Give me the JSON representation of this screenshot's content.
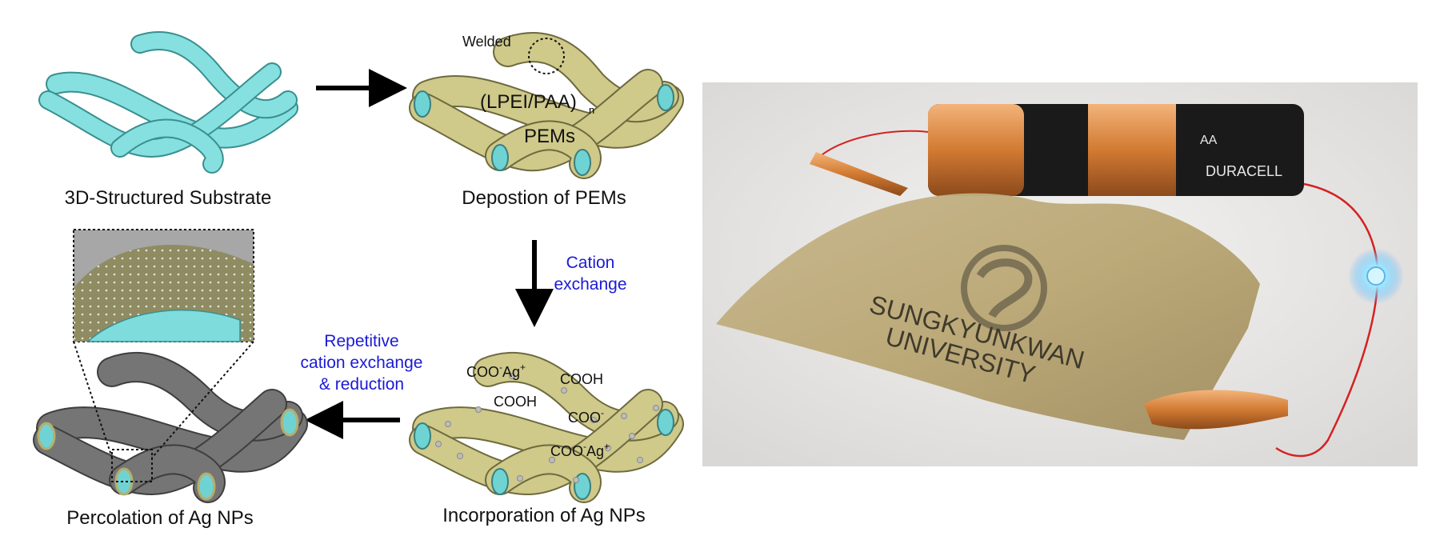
{
  "captions": {
    "substrate": "3D-Structured Substrate",
    "deposition": "Depostion of PEMs",
    "incorporation": "Incorporation of Ag NPs",
    "percolation": "Percolation of Ag NPs"
  },
  "labels": {
    "welded": "Welded",
    "lpei_paa_main": "(LPEI/PAA)",
    "lpei_paa_sub": "n",
    "pems": "PEMs",
    "cation_exchange_1": "Cation",
    "cation_exchange_2": "exchange",
    "repetitive_1": "Repetitive",
    "repetitive_2": "cation exchange",
    "repetitive_3": "& reduction",
    "coo_ag_1": "COO",
    "coo_ag_1_sup": "-",
    "coo_ag_1_ag": "Ag",
    "coo_ag_1_plus": "+",
    "cooh_1": "COOH",
    "cooh_2": "COOH",
    "coo_minus": "COO",
    "coo_minus_sup": "-",
    "coo_ag_2": "COO",
    "coo_ag_2_sup": "-",
    "coo_ag_2_ag": "Ag",
    "coo_ag_2_plus": "+"
  },
  "photo": {
    "logo_line1": "SUNGKYUNKWAN",
    "logo_line2": "UNIVERSITY",
    "battery_label": "DURACELL",
    "battery_size": "AA"
  },
  "colors": {
    "cyan": "#7fdcdc",
    "olive": "#cfc98a",
    "gray": "#6e6e6e",
    "blue_text": "#1a1ad6",
    "arrow": "#000000"
  }
}
